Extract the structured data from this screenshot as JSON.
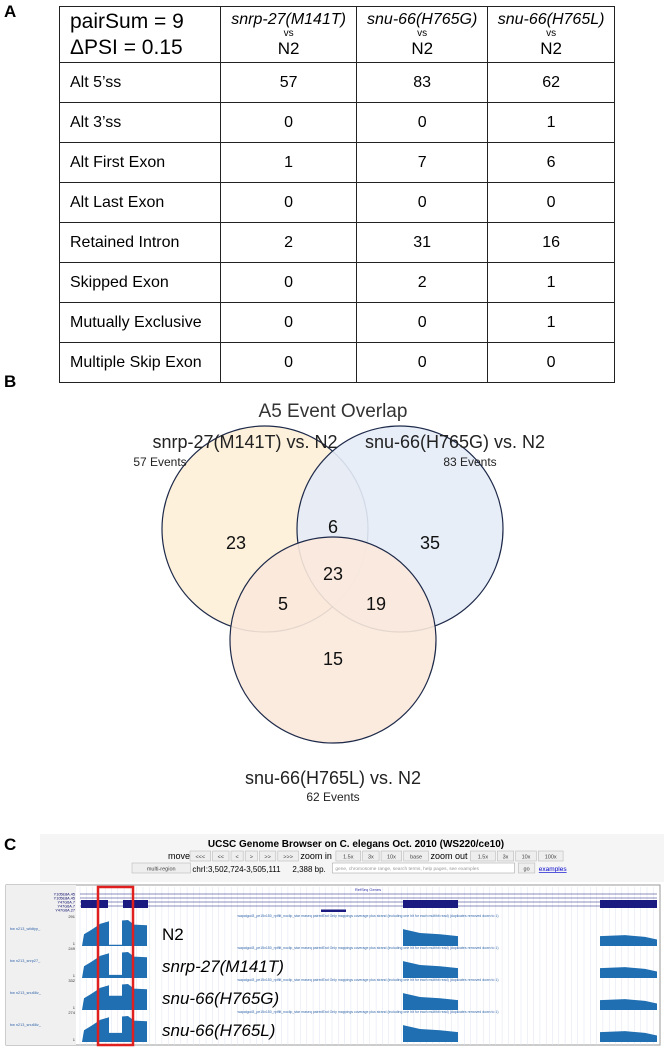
{
  "panels": {
    "a": "A",
    "b": "B",
    "c": "C"
  },
  "table": {
    "params": [
      "pairSum = 9",
      "ΔPSI = 0.15"
    ],
    "columns": [
      {
        "genotype": "snrp-27(M141T)",
        "vs": "vs",
        "ref": "N2"
      },
      {
        "genotype": "snu-66(H765G)",
        "vs": "vs",
        "ref": "N2"
      },
      {
        "genotype": "snu-66(H765L)",
        "vs": "vs",
        "ref": "N2"
      }
    ],
    "rows": [
      {
        "label": "Alt 5’ss",
        "values": [
          "57",
          "83",
          "62"
        ]
      },
      {
        "label": "Alt 3’ss",
        "values": [
          "0",
          "0",
          "1"
        ]
      },
      {
        "label": "Alt First Exon",
        "values": [
          "1",
          "7",
          "6"
        ]
      },
      {
        "label": "Alt Last Exon",
        "values": [
          "0",
          "0",
          "0"
        ]
      },
      {
        "label": "Retained Intron",
        "values": [
          "2",
          "31",
          "16"
        ]
      },
      {
        "label": "Skipped Exon",
        "values": [
          "0",
          "2",
          "1"
        ]
      },
      {
        "label": "Mutually Exclusive",
        "values": [
          "0",
          "0",
          "1"
        ]
      },
      {
        "label": "Multiple Skip Exon",
        "values": [
          "0",
          "0",
          "0"
        ]
      }
    ]
  },
  "venn": {
    "title": "A5 Event Overlap",
    "sets": [
      {
        "name": "snrp-27(M141T) vs. N2",
        "events": "57 Events",
        "color": "#fdf0d8"
      },
      {
        "name": "snu-66(H765G) vs. N2",
        "events": "83 Events",
        "color": "#e6ecf7"
      },
      {
        "name": "snu-66(H765L) vs. N2",
        "events": "62 Events",
        "color": "#fbe9dc"
      }
    ],
    "regions": {
      "only1": "23",
      "only2": "35",
      "only3": "15",
      "r12": "6",
      "r13": "5",
      "r23": "19",
      "r123": "23"
    }
  },
  "browser": {
    "title": "UCSC Genome Browser on C. elegans Oct. 2010 (WS220/ce10)",
    "move_label": "move",
    "move_buttons": [
      "<<<",
      "<<",
      "<",
      ">",
      ">>",
      ">>>"
    ],
    "zoom_in_label": "zoom in",
    "zoom_in_buttons": [
      "1.5x",
      "3x",
      "10x",
      "base"
    ],
    "zoom_out_label": "zoom out",
    "zoom_out_buttons": [
      "1.5x",
      "3x",
      "10x",
      "100x"
    ],
    "multi_region": "multi-region",
    "position": "chrI:3,502,724-3,505,111",
    "size": "2,388 bp.",
    "search_placeholder": "gene, chromosome range, search terms, help pages, see examples",
    "go": "go",
    "examples": "examples",
    "refseq_label": "RefSeq Genes",
    "gene_names": [
      "Y105E8A.45",
      "Y105E8A.45",
      "Y47G6A.7",
      "Y47G6A.7",
      "Y47G6A.27"
    ],
    "tracks": [
      {
        "label": "N2",
        "max": "291",
        "min": "1",
        "side": "bw n213_wildtyp_"
      },
      {
        "label": "snrp-27(M141T)",
        "max": "249",
        "min": "1",
        "side": "bw n213_snrp27_"
      },
      {
        "label": "snu-66(H765G)",
        "max": "332",
        "min": "1",
        "side": "bw n213_snu66v_"
      },
      {
        "label": "snu-66(H765L)",
        "max": "274",
        "min": "1",
        "side": "bw n213_snu66v_"
      }
    ],
    "track_desc": "wapalgod3_pe15x150_rptfilt_noclip_star rnaseq pairedEnd Only mappings coverage plus strand (including one hit for each multihit read) (duplicates removed down to 1)",
    "coverage_color": "#1f6fb2",
    "highlight_color": "#e0201f"
  }
}
